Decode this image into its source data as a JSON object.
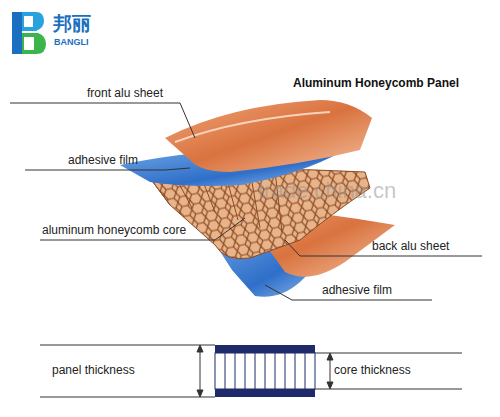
{
  "diagram": {
    "title": "Aluminum Honeycomb Panel",
    "labels": [
      "邦丽",
      "BANGLI",
      "front alu sheet",
      "adhesive film",
      "aluminum honeycomb core",
      "trade.china.cn",
      "back alu sheet",
      "adhesive film",
      "panel thickness",
      "core thickness"
    ]
  }
}
